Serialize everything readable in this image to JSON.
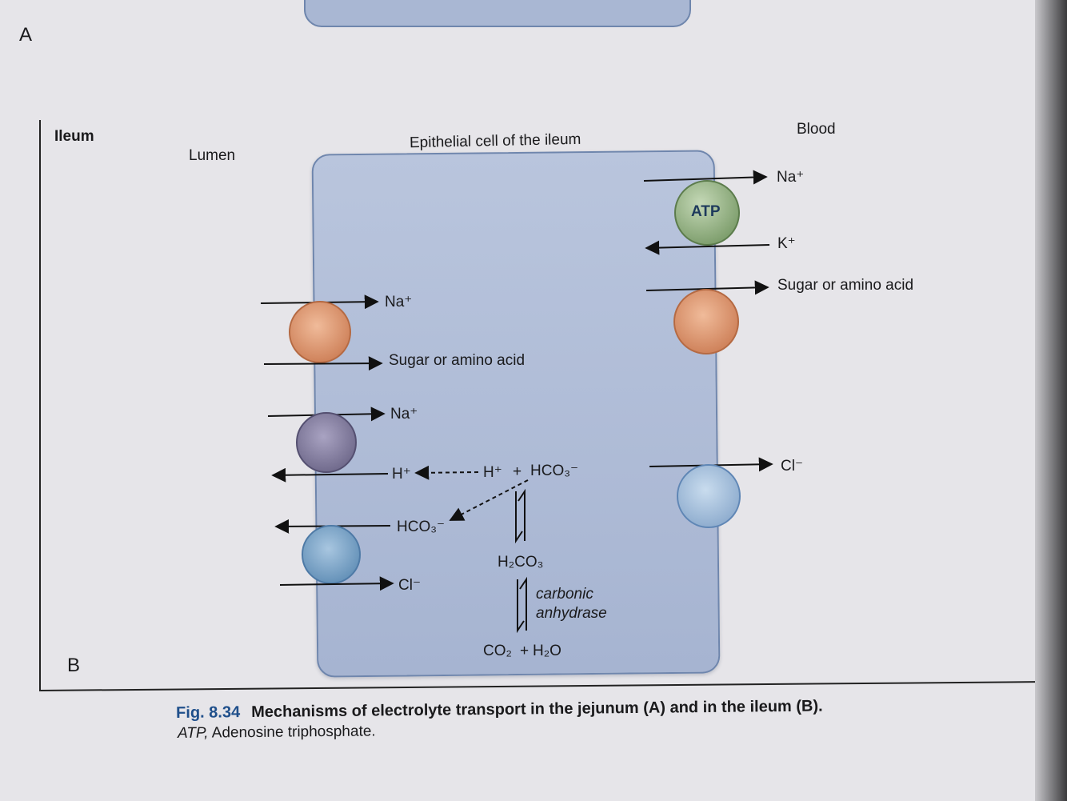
{
  "panels": {
    "a": "A",
    "b": "B"
  },
  "labels": {
    "ileum": "Ileum",
    "lumen": "Lumen",
    "cell": "Epithelial cell of the ileum",
    "blood": "Blood",
    "atp": "ATP",
    "na_blood": "Na⁺",
    "k_blood": "K⁺",
    "sugar_blood": "Sugar or amino acid",
    "cl_blood": "Cl⁻",
    "na_lumen_1": "Na⁺",
    "sugar_lumen": "Sugar or amino acid",
    "na_lumen_2": "Na⁺",
    "h_lumen": "H⁺",
    "h_cell": "H⁺",
    "plus": "+",
    "hco3_cell": "HCO₃⁻",
    "hco3_lumen": "HCO₃⁻",
    "h2co3": "H₂CO₃",
    "cl_lumen": "Cl⁻",
    "enzyme_1": "carbonic",
    "enzyme_2": "anhydrase",
    "co2": "CO₂",
    "plus2": "+",
    "h2o": "H₂O"
  },
  "caption": {
    "number": "Fig. 8.34",
    "title": "Mechanisms of electrolyte transport in the jejunum (A) and in the ileum (B).",
    "abbrev": "ATP,",
    "abbrev_text": " Adenosine triphosphate."
  },
  "colors": {
    "atp_pump": "#8fae7e",
    "sugar_transporter": "#d9926a",
    "na_h_exchanger": "#7f7a99",
    "cl_hco3_exchanger": "#6f9bc0",
    "cl_channel": "#9fb8d6",
    "figure_number": "#1f4f8b"
  }
}
